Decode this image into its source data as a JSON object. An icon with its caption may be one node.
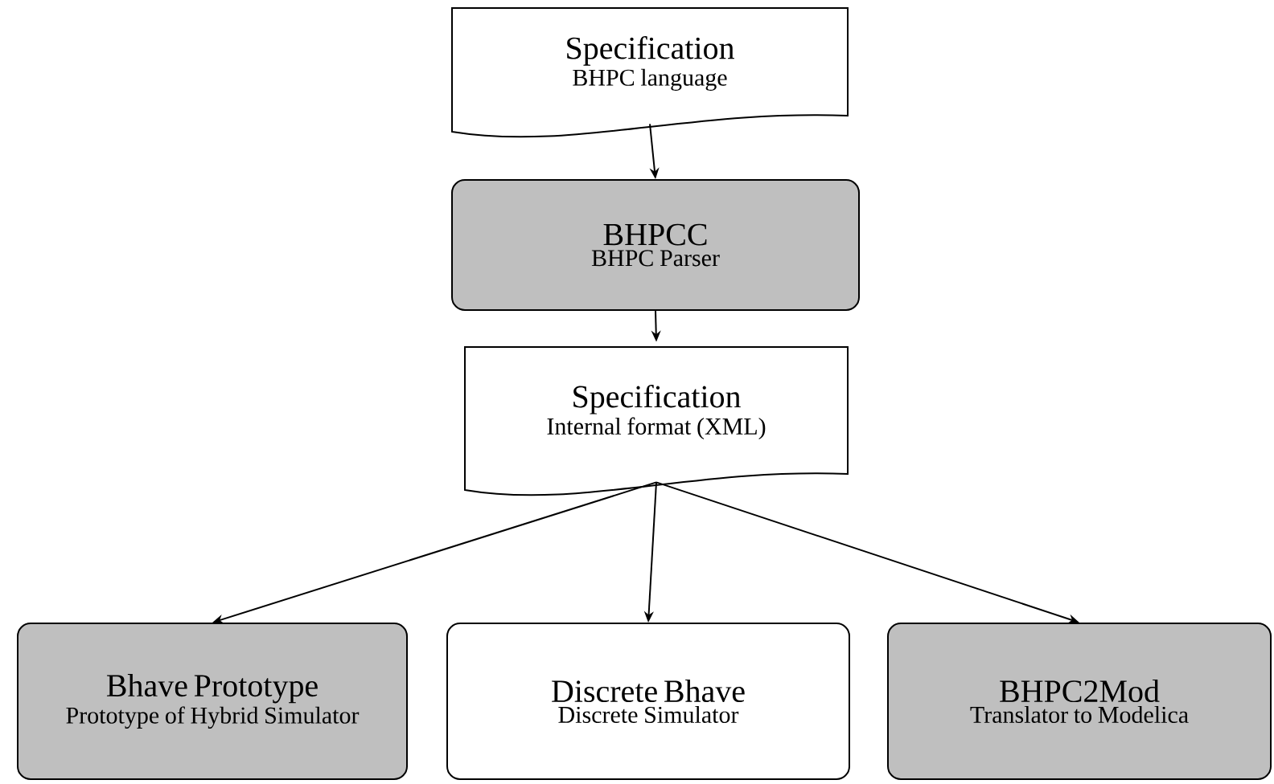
{
  "diagram": {
    "nodes": [
      {
        "text": [
          "Specification",
          "BHPC language"
        ]
      },
      {
        "text": [
          "BHPCC",
          "BHPC Parser"
        ]
      },
      {
        "text": [
          "Specification",
          "Internal format (XML)"
        ]
      },
      {
        "text": [
          "Bhave Prototype",
          "Prototype of Hybrid Simulator"
        ]
      },
      {
        "text": [
          "Discrete Bhave",
          "Discrete Simulator"
        ]
      },
      {
        "text": [
          "BHPC2Mod",
          "Translator to Modelica"
        ]
      }
    ],
    "edges": [
      {
        "from": 0,
        "to": 1,
        "arrow": "to"
      },
      {
        "from": 1,
        "to": 2,
        "arrow": "to"
      },
      {
        "from": 2,
        "to": 3,
        "arrow": "to"
      },
      {
        "from": 2,
        "to": 4,
        "arrow": "to"
      },
      {
        "from": 2,
        "to": 5,
        "arrow": "to"
      }
    ]
  }
}
